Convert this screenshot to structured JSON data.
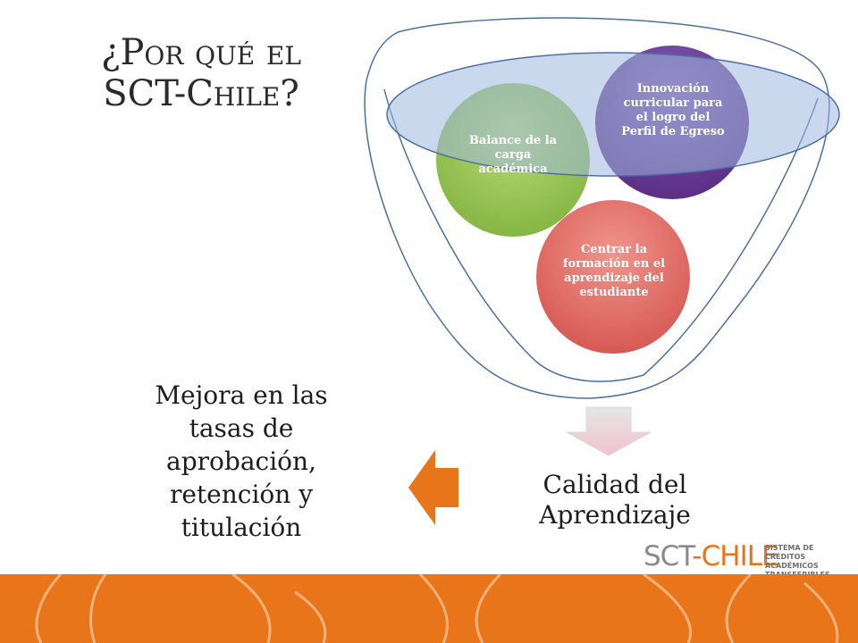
{
  "title": {
    "line1": "¿Por qué el",
    "line2": "SCT-Chile?"
  },
  "funnel_circles": {
    "balance": "Balance de la carga académica",
    "innovacion": "Innovación curricular para el logro del Perfil de Egreso",
    "centrar": "Centrar la formación en el aprendizaje del estudiante"
  },
  "output": {
    "calidad": "Calidad del Aprendizaje",
    "mejora": "Mejora en las tasas de aprobación, retención y titulación"
  },
  "logo": {
    "brand_prefix": "SCT",
    "brand_suffix": "-CHILE",
    "sub1": "SISTEMA DE",
    "sub2": "CRÉDITOS ACADÉMICOS",
    "sub3": "TRANSFERIBLES"
  },
  "colors": {
    "accent_orange": "#e8751a",
    "green_circle": "#8dbf3f",
    "purple_circle": "#6a3d95",
    "red_circle": "#d9534f",
    "ellipse_blue": "#b3c6e4",
    "funnel_outline": "#4a6fa5"
  },
  "icons": {
    "down_arrow": "down-arrow-icon",
    "left_arrow": "left-arrow-icon"
  }
}
